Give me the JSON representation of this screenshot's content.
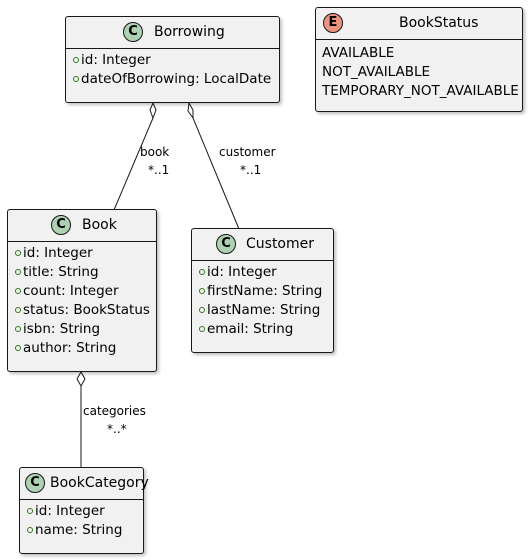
{
  "colors": {
    "class_badge": "#add1b2",
    "enum_badge": "#eb937f",
    "box_fill": "#f1f1f1",
    "border": "#181818",
    "visibility_dot": "#38761d"
  },
  "classes": {
    "borrowing": {
      "badge": "C",
      "name": "Borrowing",
      "fields": [
        "id: Integer",
        "dateOfBorrowing: LocalDate"
      ]
    },
    "book_status": {
      "badge": "E",
      "name": "BookStatus",
      "values": [
        "AVAILABLE",
        "NOT_AVAILABLE",
        "TEMPORARY_NOT_AVAILABLE"
      ]
    },
    "book": {
      "badge": "C",
      "name": "Book",
      "fields": [
        "id: Integer",
        "title: String",
        "count: Integer",
        "status: BookStatus",
        "isbn: String",
        "author: String"
      ]
    },
    "customer": {
      "badge": "C",
      "name": "Customer",
      "fields": [
        "id: Integer",
        "firstName: String",
        "lastName: String",
        "email: String"
      ]
    },
    "book_category": {
      "badge": "C",
      "name": "BookCategory",
      "fields": [
        "id: Integer",
        "name: String"
      ]
    }
  },
  "relations": {
    "borrowing_book": {
      "role": "book",
      "multiplicity": "*..1"
    },
    "borrowing_customer": {
      "role": "customer",
      "multiplicity": "*..1"
    },
    "book_categories": {
      "role": "categories",
      "multiplicity": "*..*"
    }
  }
}
